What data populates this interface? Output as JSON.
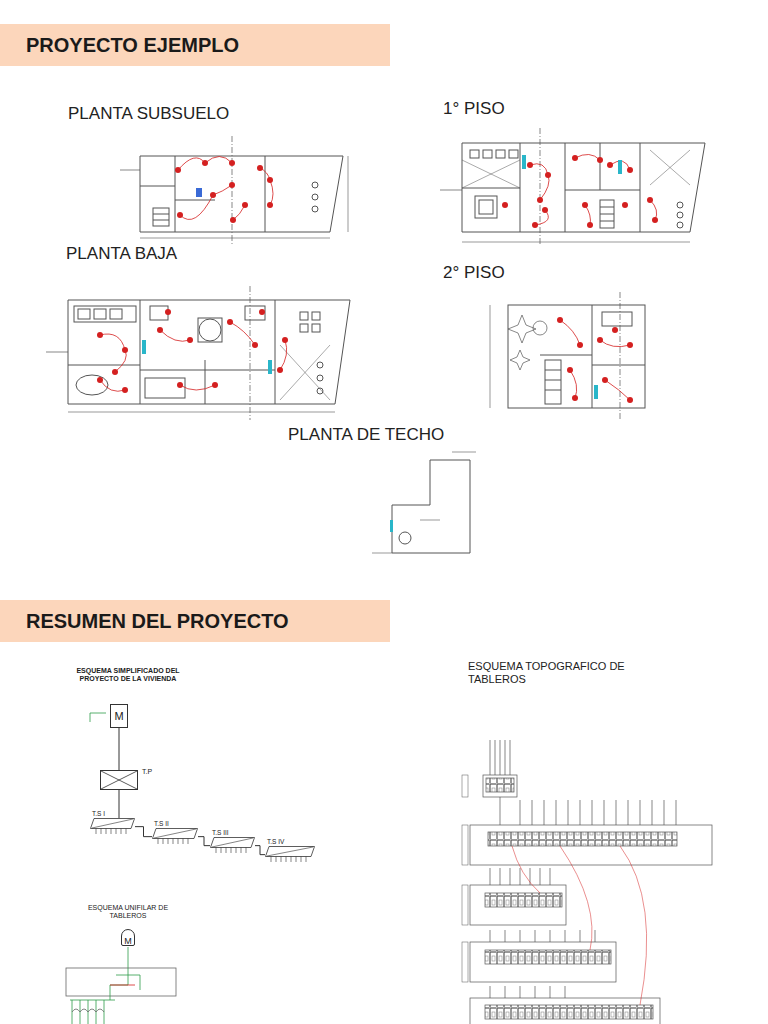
{
  "diagram": {
    "nodes": [
      {
        "text": [
          "PROYECTO EJEMPLO"
        ]
      },
      {
        "text": [
          "RESUMEN DEL PROYECTO"
        ]
      },
      {
        "text": [
          "M"
        ]
      },
      {
        "text": [
          "T.P"
        ]
      },
      {
        "text": [
          "T.S I"
        ]
      },
      {
        "text": [
          "T.S II"
        ]
      },
      {
        "text": [
          "T.S III"
        ]
      },
      {
        "text": [
          "T.S IV"
        ]
      },
      {
        "text": [
          "M"
        ]
      }
    ],
    "edges": [
      {
        "from": 2,
        "to": 3,
        "arrow": "none"
      },
      {
        "from": 3,
        "to": 4,
        "arrow": "none"
      },
      {
        "from": 4,
        "to": 5,
        "arrow": "none"
      },
      {
        "from": 5,
        "to": 6,
        "arrow": "none"
      },
      {
        "from": 6,
        "to": 7,
        "arrow": "none"
      }
    ],
    "labels": [
      "PLANTA SUBSUELO",
      "1° PISO",
      "PLANTA BAJA",
      "2° PISO",
      "PLANTA DE TECHO",
      "ESQUEMA SIMPLIFICADO DEL PROYECTO DE LA VIVIENDA",
      "ESQUEMA TOPOGRAFICO DE TABLEROS",
      "ESQUEMA UNIFILAR DE TABLEROS"
    ]
  }
}
